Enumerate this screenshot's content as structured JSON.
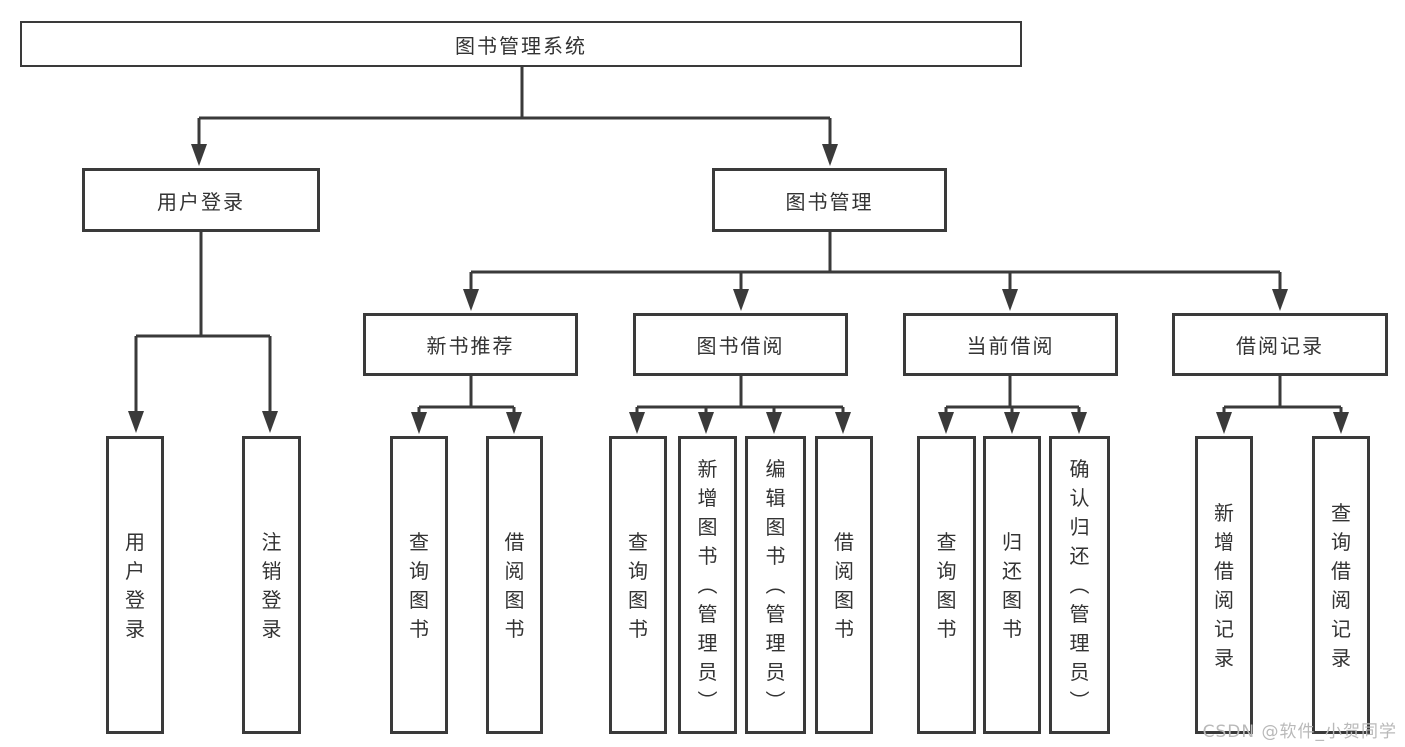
{
  "tree": {
    "root": {
      "label": "图书管理系统"
    },
    "branches": [
      {
        "label": "用户登录",
        "children": [
          {
            "label": "用户登录"
          },
          {
            "label": "注销登录"
          }
        ]
      },
      {
        "label": "图书管理",
        "children": [
          {
            "label": "新书推荐",
            "children": [
              {
                "label": "查询图书"
              },
              {
                "label": "借阅图书"
              }
            ]
          },
          {
            "label": "图书借阅",
            "children": [
              {
                "label": "查询图书"
              },
              {
                "label": "新增图书（管理员）"
              },
              {
                "label": "编辑图书（管理员）"
              },
              {
                "label": "借阅图书"
              }
            ]
          },
          {
            "label": "当前借阅",
            "children": [
              {
                "label": "查询图书"
              },
              {
                "label": "归还图书"
              },
              {
                "label": "确认归还（管理员）"
              }
            ]
          },
          {
            "label": "借阅记录",
            "children": [
              {
                "label": "新增借阅记录"
              },
              {
                "label": "查询借阅记录"
              }
            ]
          }
        ]
      }
    ]
  },
  "watermark": {
    "text": "CSDN @软件_小贺同学"
  },
  "colors": {
    "line": "#3a3a3a",
    "border": "#3a3a3a",
    "text": "#333333",
    "background": "#ffffff",
    "watermark": "#b9b9b9"
  }
}
